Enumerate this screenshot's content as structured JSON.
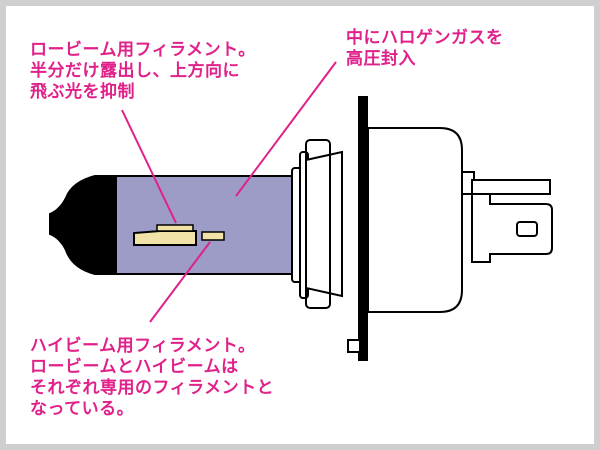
{
  "labels": {
    "low_beam": [
      "ロービーム用フィラメント。",
      "半分だけ露出し、上方向に",
      "飛ぶ光を抑制"
    ],
    "halogen_gas": [
      "中にハロゲンガスを",
      "高圧封入"
    ],
    "high_beam": [
      "ハイビーム用フィラメント。",
      "ロービームとハイビームは",
      "それぞれ専用のフィラメントと",
      "なっている。"
    ]
  },
  "colors": {
    "label_text": "#e0218a",
    "leader_line": "#e0218a",
    "glass": "#9c9cc6",
    "filament": "#f1e2a8",
    "outline": "#000000",
    "background": "#ffffff",
    "frame": "#cfcfcf"
  }
}
